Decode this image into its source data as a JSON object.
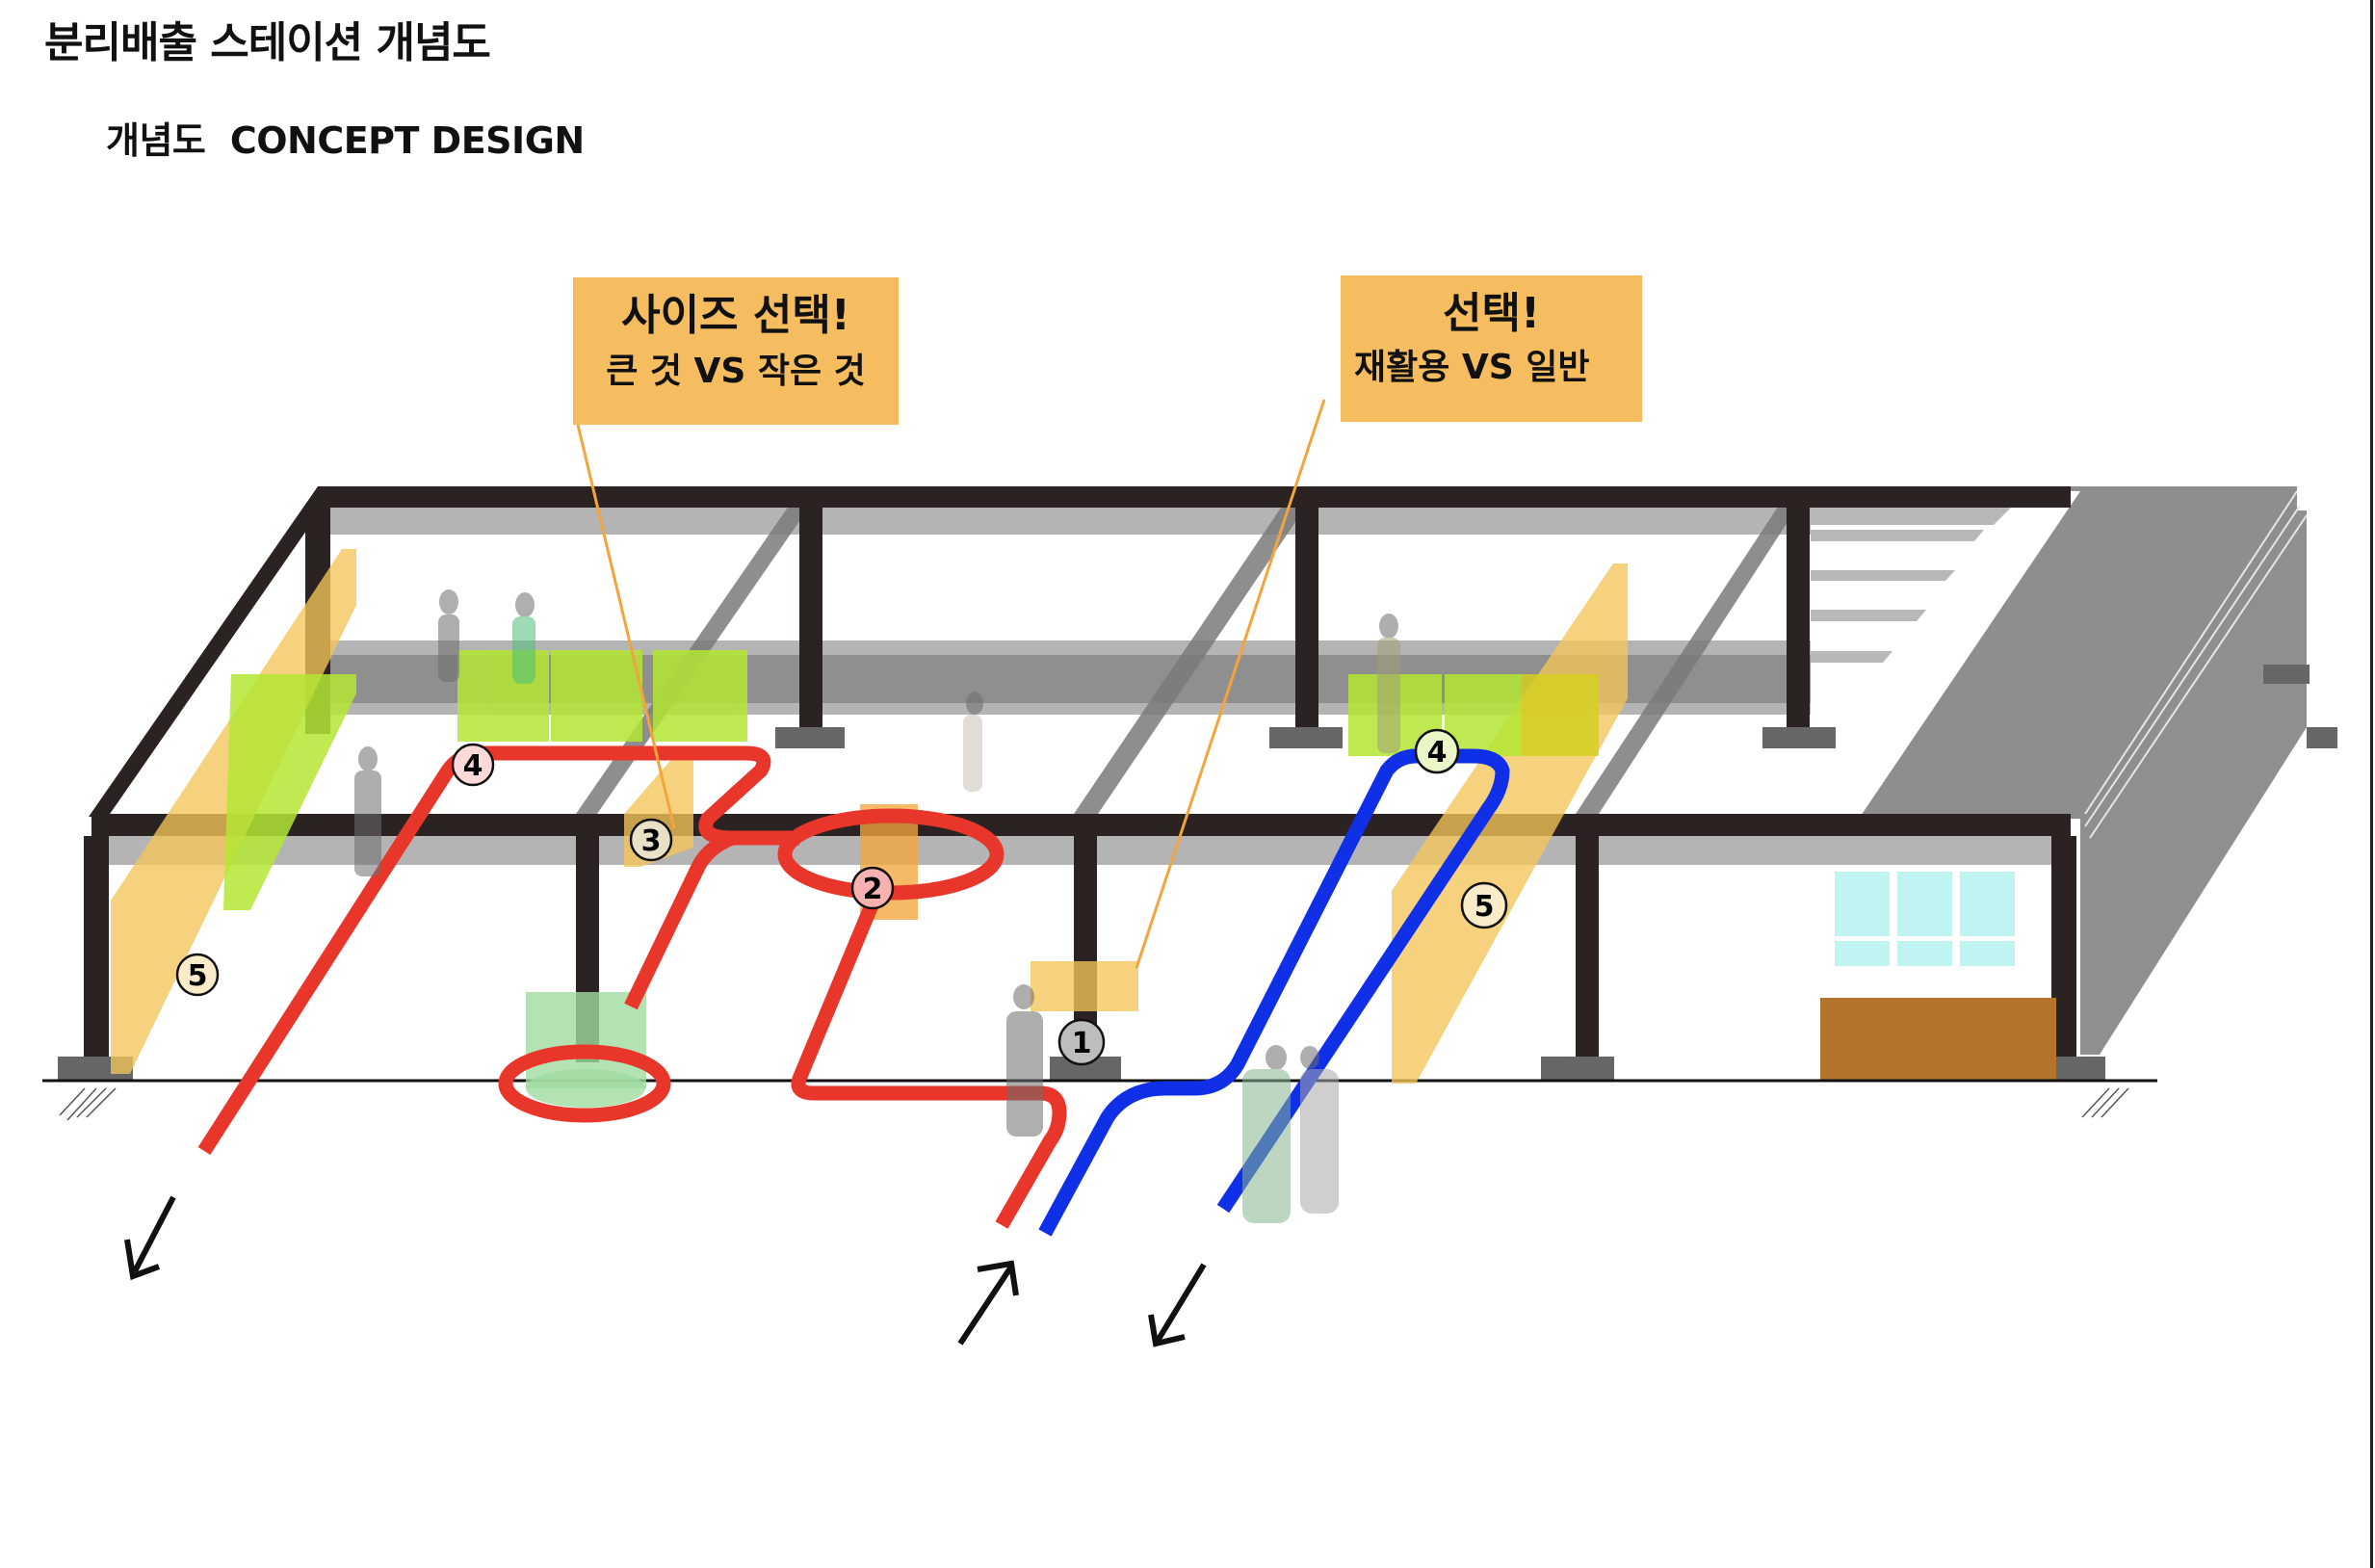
{
  "page": {
    "title": "분리배출 스테이션 개념도",
    "subtitle": "개념도  CONCEPT DESIGN"
  },
  "callouts": [
    {
      "id": "size-choice",
      "line1": "사이즈 선택!",
      "line2": "큰 것 VS 작은 것"
    },
    {
      "id": "type-choice",
      "line1": "선택!",
      "line2": "재활용 VS 일반"
    }
  ],
  "markers": [
    {
      "label": "1",
      "meaning": "entry point"
    },
    {
      "label": "2",
      "meaning": "size sorting zone"
    },
    {
      "label": "3",
      "meaning": "small item slot"
    },
    {
      "label": "4",
      "meaning": "bins (upper)"
    },
    {
      "label": "5",
      "meaning": "wall panel"
    }
  ],
  "marker_labels": {
    "m1": "1",
    "m2": "2",
    "m3": "3",
    "m4a": "4",
    "m4b": "4",
    "m5a": "5",
    "m5b": "5"
  },
  "routes": [
    {
      "name": "red-route",
      "color": "#e8362a"
    },
    {
      "name": "blue-route",
      "color": "#1030e8"
    }
  ],
  "arrows": [
    {
      "direction": "down-left",
      "glyph": "↙"
    },
    {
      "direction": "up-right",
      "glyph": "↗"
    },
    {
      "direction": "down-left",
      "glyph": "↙"
    }
  ],
  "colors": {
    "callout_bg": "#f5bd60",
    "frame": "#2a2321",
    "ceiling_band": "#b4b4b4",
    "floor_band": "#8f8f8f",
    "bin_green": "#b4e632",
    "panel_yellow": "#f5c55a",
    "window": "#c0f4f2",
    "door": "#b4742c",
    "stair_grey": "#8e8e8e",
    "footing": "#666666"
  }
}
